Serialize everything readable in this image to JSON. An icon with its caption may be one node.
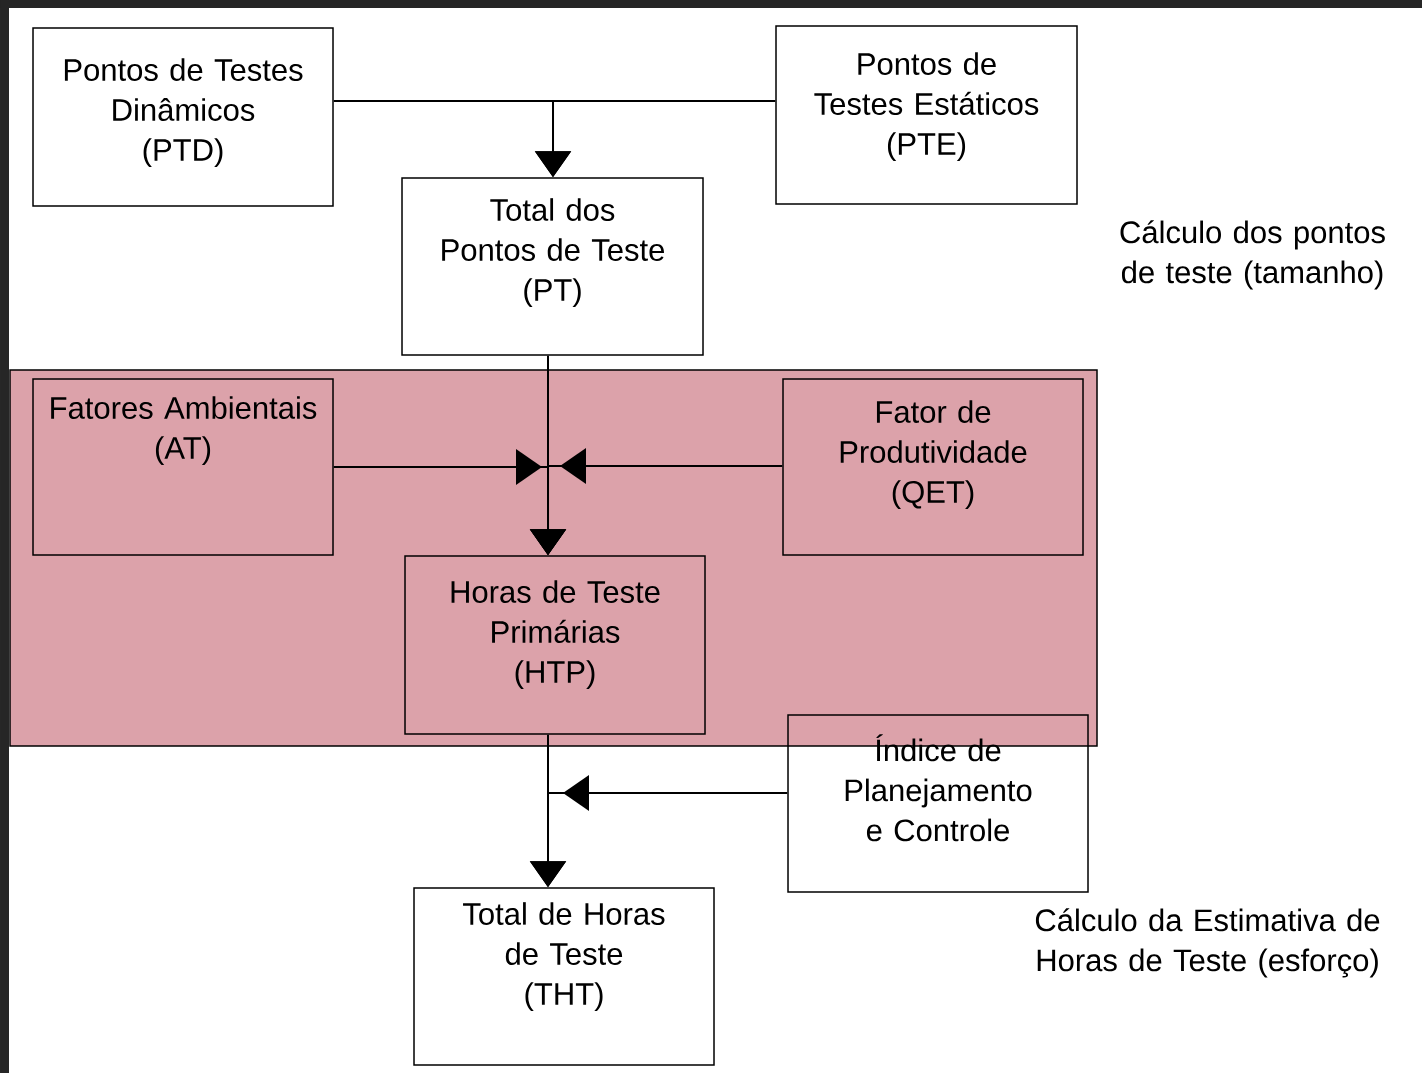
{
  "diagram": {
    "nodes": [
      {
        "text": [
          "Pontos de Testes Dinâmicos",
          "(PTD)"
        ]
      },
      {
        "text": [
          "Pontos de Testes Estáticos",
          "(PTE)"
        ]
      },
      {
        "text": [
          "Total dos Pontos de Teste",
          "(PT)"
        ]
      },
      {
        "text": [
          "Fatores Ambientais",
          "(AT)"
        ]
      },
      {
        "text": [
          "Fator de Produtividade",
          "(QET)"
        ]
      },
      {
        "text": [
          "Horas de Teste Primárias",
          "(HTP)"
        ]
      },
      {
        "text": [
          "Índice de Planejamento e Controle"
        ]
      },
      {
        "text": [
          "Total de Horas de Teste",
          "(THT)"
        ]
      }
    ],
    "edges": [
      {
        "from": 0,
        "to": 2,
        "arrow": "to"
      },
      {
        "from": 1,
        "to": 2,
        "arrow": "to"
      },
      {
        "from": 2,
        "to": 5,
        "arrow": "to"
      },
      {
        "from": 3,
        "to": 5,
        "arrow": "to"
      },
      {
        "from": 4,
        "to": 5,
        "arrow": "to"
      },
      {
        "from": 5,
        "to": 7,
        "arrow": "to"
      },
      {
        "from": 6,
        "to": 7,
        "arrow": "to"
      }
    ],
    "labels": [
      "Cálculo dos pontos de teste (tamanho)",
      "Cálculo da Estimativa de Horas de Teste (esforço)"
    ]
  }
}
